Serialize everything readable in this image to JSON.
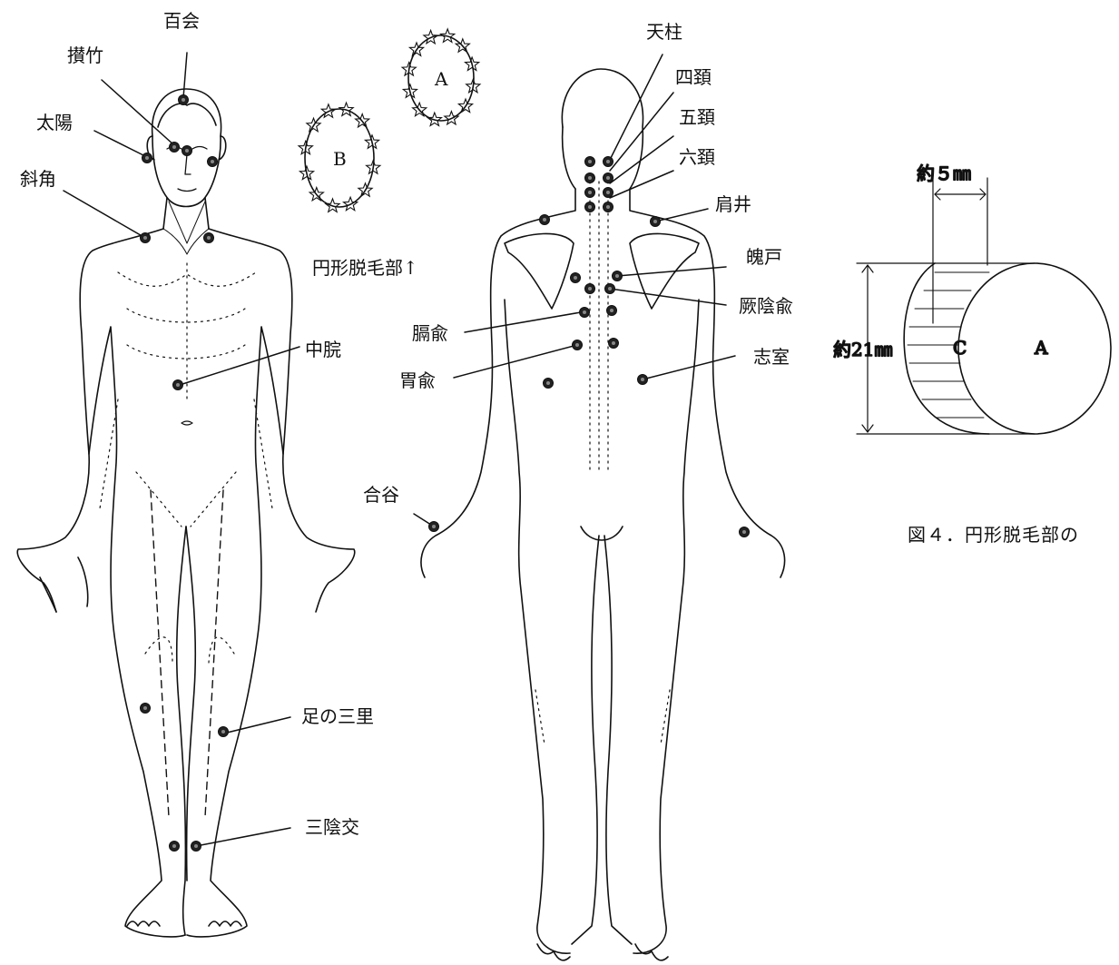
{
  "front_labels": {
    "hyakue": "百会",
    "sanchiku": "攅竹",
    "taiyo": "太陽",
    "shakaku": "斜角",
    "chukan": "中脘",
    "ashi_sanri": "足の三里",
    "saninko": "三陰交"
  },
  "back_labels": {
    "tenchu": "天柱",
    "shikei": "四頚",
    "gokei": "五頚",
    "rokukei": "六頚",
    "kensei": "肩井",
    "hakko": "魄戸",
    "ketsuinyu": "厥陰兪",
    "kakuyu": "膈兪",
    "iyu": "胃兪",
    "shishitsu": "志室",
    "goukoku": "合谷"
  },
  "alopecia": {
    "spot_a": "A",
    "spot_b": "B",
    "caption": "円形脱毛部↑"
  },
  "detail": {
    "width_label": "約５㎜",
    "height_label": "約21㎜",
    "region_c": "C",
    "region_a": "A",
    "figure_caption": "図４．円形脱毛部の"
  }
}
